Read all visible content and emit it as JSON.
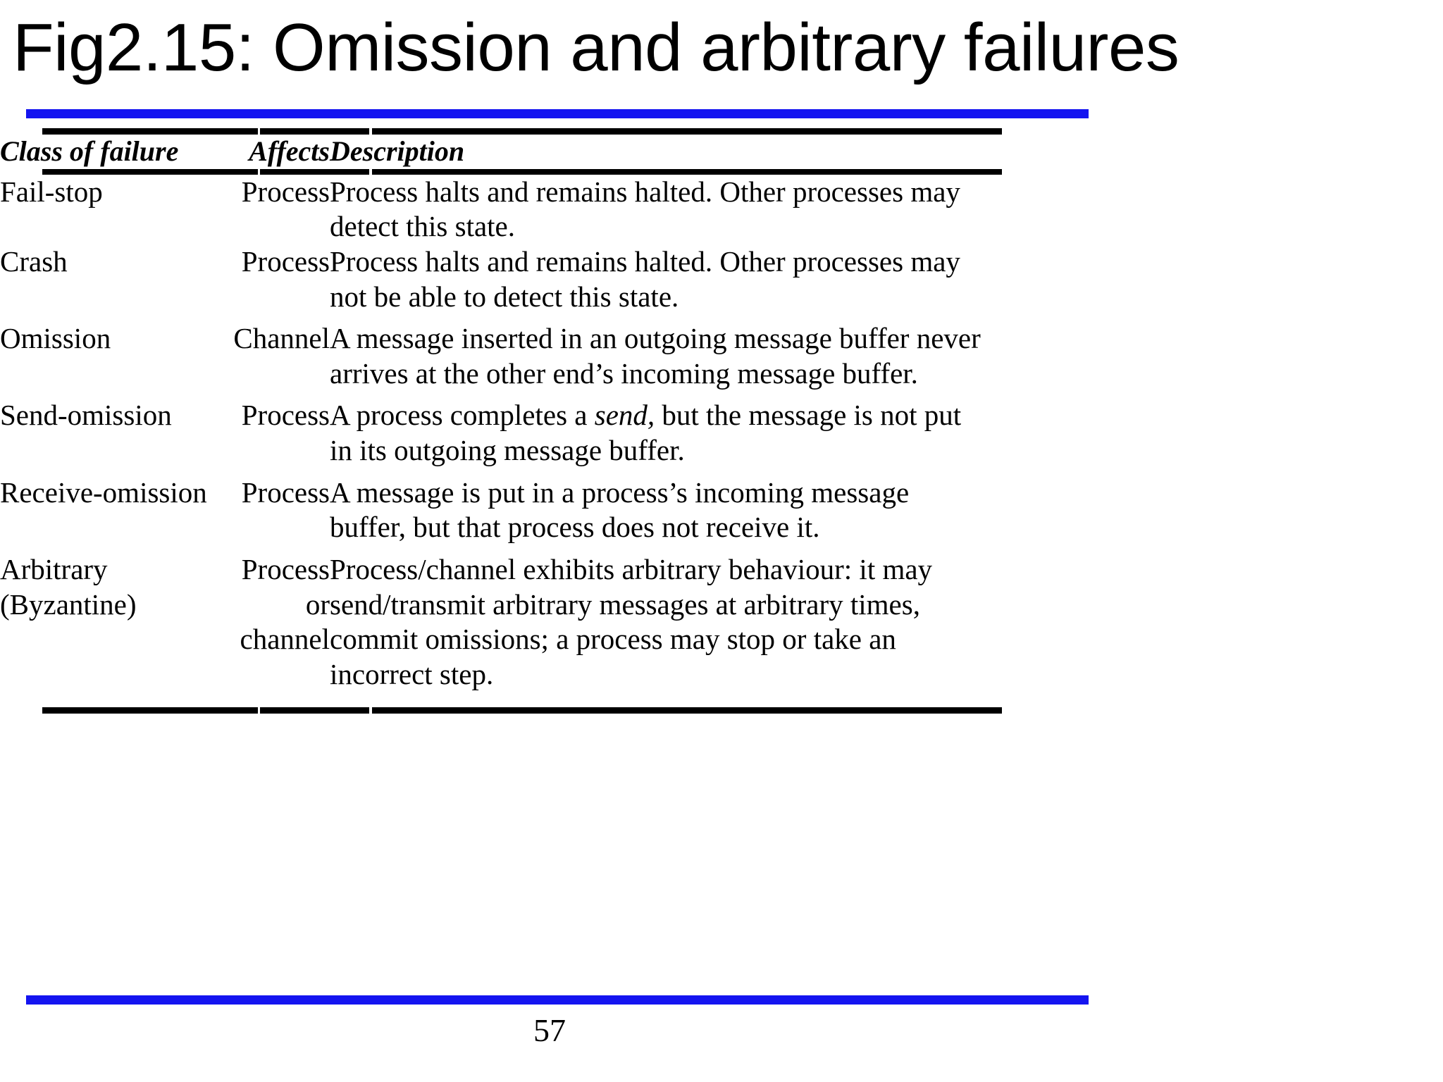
{
  "slide": {
    "title": "Fig2.15: Omission and arbitrary failures",
    "page_number": "57",
    "accent_color": "#1414F0",
    "rule_color": "#000000",
    "background_color": "#FFFFFF"
  },
  "table": {
    "headers": {
      "class_of_failure": "Class of failure",
      "affects": "Affects",
      "description": "Description"
    },
    "rows": [
      {
        "class_of_failure": "Fail-stop",
        "affects": "Process",
        "description_lines": [
          "Process halts and remains halted. Other processes may",
          "detect this state."
        ],
        "description": "Process halts and remains halted. Other processes may detect this state."
      },
      {
        "class_of_failure": "Crash",
        "affects": "Process",
        "description_lines": [
          "Process halts and remains halted. Other processes may",
          "not be able to detect this state."
        ],
        "description": "Process halts and remains halted. Other processes may not be able to detect this state."
      },
      {
        "class_of_failure": "Omission",
        "affects": "Channel",
        "description_lines": [
          "A message inserted in an outgoing message buffer never",
          "arrives at the other end’s incoming message buffer."
        ],
        "description": "A message inserted in an outgoing message buffer never arrives at the other end’s incoming message buffer."
      },
      {
        "class_of_failure": "Send-omission",
        "affects": "Process",
        "description_lines": [
          "A process completes a send, but the message is not put",
          "in its outgoing message buffer."
        ],
        "description_line1_pre": "A process completes a ",
        "description_line1_em": "send,",
        "description_line1_post": " but the message is not put",
        "description_line2": "in its outgoing message buffer.",
        "description": "A process completes a send, but the message is not put in its outgoing message buffer."
      },
      {
        "class_of_failure": "Receive-omission",
        "affects": "Process",
        "description_lines": [
          "A message is put in a process’s incoming message",
          "buffer, but that process does not receive it."
        ],
        "description": "A message is put in a process’s incoming message buffer, but that process does not receive it."
      },
      {
        "class_of_failure": "Arbitrary\n(Byzantine)",
        "affects": "Process or\nchannel",
        "description_lines": [
          "Process/channel exhibits arbitrary behaviour: it may",
          "send/transmit arbitrary messages at arbitrary times,",
          "commit omissions; a process may stop or take an",
          "incorrect step."
        ],
        "description": "Process/channel exhibits arbitrary behaviour: it may send/transmit arbitrary messages at arbitrary times, commit omissions; a process may stop or take an incorrect step."
      }
    ]
  }
}
